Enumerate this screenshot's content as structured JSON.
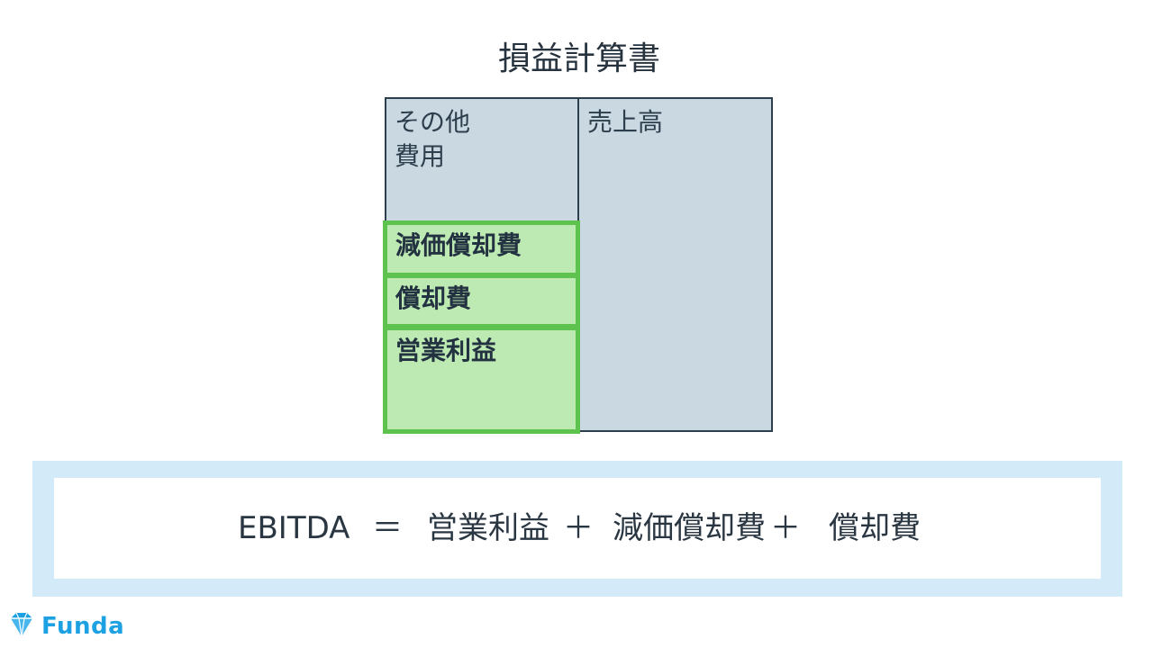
{
  "title": "損益計算書",
  "boxes": {
    "other_expenses": "その他\n費用",
    "sales": "売上高",
    "depreciation": "減価償却費",
    "amortization": "償却費",
    "operating_profit": "営業利益"
  },
  "formula": {
    "ebitda": "EBITDA",
    "equals": "＝",
    "operating_profit": "営業利益",
    "plus1": "＋",
    "depreciation": "減価償却費",
    "plus2": "＋",
    "amortization": "償却費"
  },
  "logo": {
    "text": "Funda",
    "icon": "diamond-icon"
  },
  "colors": {
    "grey_fill": "#cad8e2",
    "green_fill": "#bde9b3",
    "green_border": "#5ec24e",
    "formula_frame": "#d3ebf8",
    "logo": "#1da1e2"
  }
}
